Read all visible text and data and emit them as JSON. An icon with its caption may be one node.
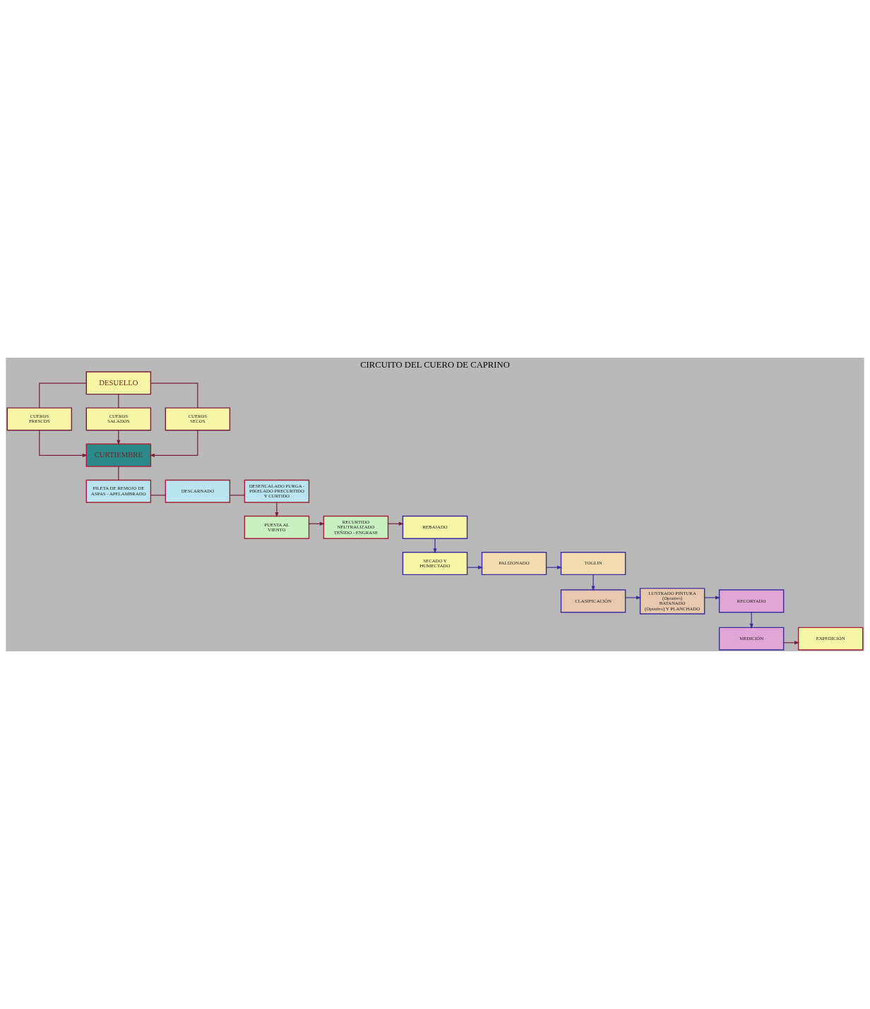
{
  "diagram": {
    "title": "CIRCUITO DEL CUERO DE CAPRINO",
    "nodes": [
      {
        "text": [
          "DESUELLO"
        ]
      },
      {
        "text": [
          "CUEROS FRESCOS"
        ]
      },
      {
        "text": [
          "CUEROS SALADOS"
        ]
      },
      {
        "text": [
          "CUEROS SECOS"
        ]
      },
      {
        "text": [
          "CURTIEMBRE"
        ]
      },
      {
        "text": [
          "PILETA DE REMOJO DE ASPAS - APELAMBRADO"
        ]
      },
      {
        "text": [
          "DESCARNADO"
        ]
      },
      {
        "text": [
          "DESENCALADO PURGA - PIKELADO PRECURTIDO Y CURTIDO"
        ]
      },
      {
        "text": [
          "PUESTA AL VIENTO"
        ]
      },
      {
        "text": [
          "RECURTIDO NEUTRALIZADO TEÑIDO - ENGRASE"
        ]
      },
      {
        "text": [
          "REBAJADO"
        ]
      },
      {
        "text": [
          "SECADO Y HUMECTADO"
        ]
      },
      {
        "text": [
          "PALIZONADO"
        ]
      },
      {
        "text": [
          "TOGLIN"
        ]
      },
      {
        "text": [
          "CLASIFICACIÓN"
        ]
      },
      {
        "text": [
          "LUSTRADO PINTURA (Optativo) BATANADO (Optativo) Y PLANCHADO"
        ]
      },
      {
        "text": [
          "RECORTADO"
        ]
      },
      {
        "text": [
          "MEDICIÓN"
        ]
      },
      {
        "text": [
          "EXPEDICIÓN"
        ]
      }
    ],
    "edges": [
      {
        "from": 0,
        "to": 1,
        "arrow": "none"
      },
      {
        "from": 0,
        "to": 2,
        "arrow": "none"
      },
      {
        "from": 0,
        "to": 3,
        "arrow": "none"
      },
      {
        "from": 1,
        "to": 4,
        "arrow": "to"
      },
      {
        "from": 2,
        "to": 4,
        "arrow": "to"
      },
      {
        "from": 3,
        "to": 4,
        "arrow": "to"
      },
      {
        "from": 4,
        "to": 5,
        "arrow": "none"
      },
      {
        "from": 5,
        "to": 6,
        "arrow": "none"
      },
      {
        "from": 6,
        "to": 7,
        "arrow": "none"
      },
      {
        "from": 7,
        "to": 8,
        "arrow": "to"
      },
      {
        "from": 8,
        "to": 9,
        "arrow": "to"
      },
      {
        "from": 9,
        "to": 10,
        "arrow": "to"
      },
      {
        "from": 10,
        "to": 11,
        "arrow": "to",
        "color": "#3b2f9e"
      },
      {
        "from": 11,
        "to": 12,
        "arrow": "to",
        "color": "#3b2f9e"
      },
      {
        "from": 12,
        "to": 13,
        "arrow": "to",
        "color": "#3b2f9e"
      },
      {
        "from": 13,
        "to": 14,
        "arrow": "to",
        "color": "#3b2f9e"
      },
      {
        "from": 14,
        "to": 15,
        "arrow": "to",
        "color": "#3b2f9e"
      },
      {
        "from": 15,
        "to": 16,
        "arrow": "to",
        "color": "#3b2f9e"
      },
      {
        "from": 16,
        "to": 17,
        "arrow": "to",
        "color": "#3b2f9e"
      },
      {
        "from": 17,
        "to": 18,
        "arrow": "to"
      }
    ]
  }
}
